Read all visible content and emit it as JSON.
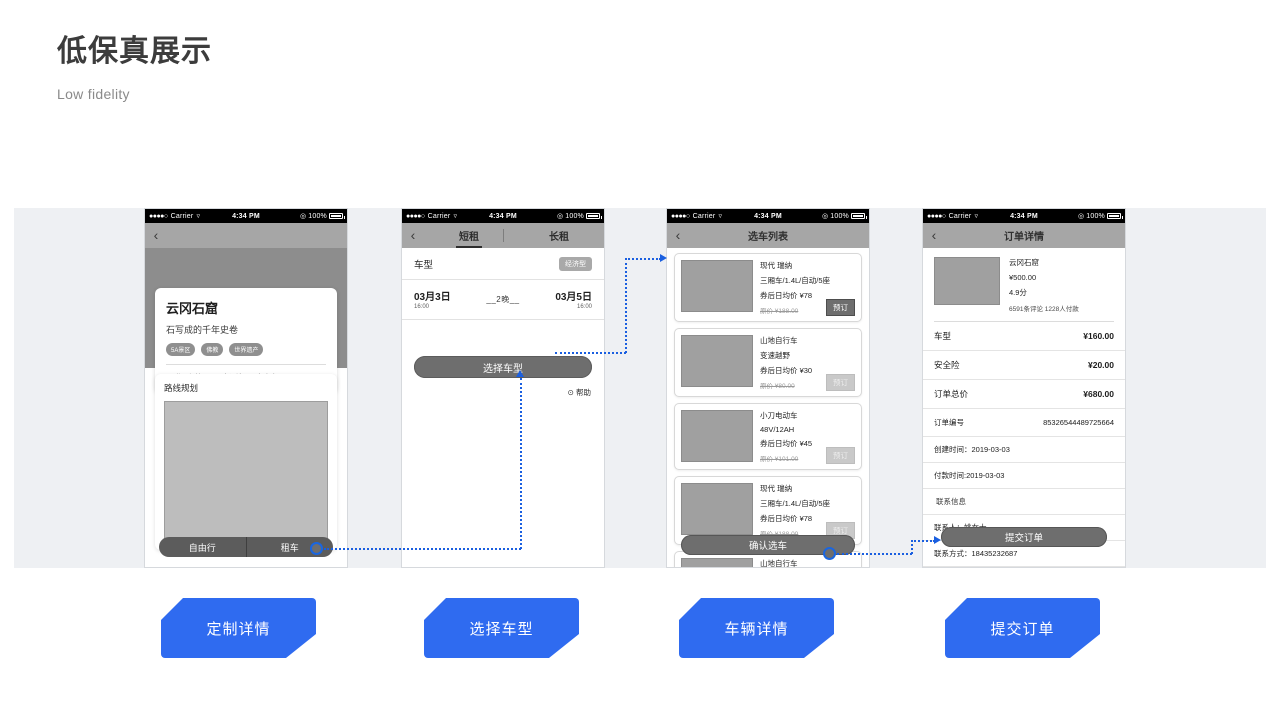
{
  "heading": {
    "title": "低保真展示",
    "subtitle": "Low fidelity"
  },
  "colors": {
    "accent": "#2f6bf0",
    "connector": "#1a5fe0",
    "band": "#eef0f3",
    "wireframe_gray": "#6e6e6e"
  },
  "statusbar": {
    "dots": "●●●●○",
    "carrier": "Carrier",
    "wifi": "wifi-icon",
    "time": "4:34 PM",
    "lock": "rotation-lock-icon",
    "battery": "100%"
  },
  "screens": [
    {
      "id": "detail",
      "nav": {
        "back": "‹",
        "title": ""
      },
      "card": {
        "title": "云冈石窟",
        "desc": "石写成的千年史卷",
        "tags": [
          "5A景区",
          "佛教",
          "世界遗产"
        ],
        "meta": [
          "4.9分",
          "很棒",
          "6591条评论",
          "19条攻略"
        ]
      },
      "planner": {
        "title": "路线规划"
      },
      "segments": [
        "自由行",
        "租车"
      ]
    },
    {
      "id": "rent",
      "nav": {
        "back": "‹"
      },
      "tabs": [
        "短租",
        "长租"
      ],
      "active_tab": "短租",
      "cartype": {
        "label": "车型",
        "value": "经济型"
      },
      "dates": {
        "start": "03月3日",
        "start_time": "16:00",
        "nights": "__2晚__",
        "end": "03月5日",
        "end_time": "16:00"
      },
      "primary_button": "选择车型",
      "help": "⊙ 帮助"
    },
    {
      "id": "carlist",
      "nav": {
        "back": "‹",
        "title": "选车列表"
      },
      "items": [
        {
          "name": "现代  瑞纳",
          "spec": "三厢车/1.4L/自动/5座",
          "price": "券后日均价 ¥78",
          "original": "原价 ¥188.00",
          "button": "预订",
          "muted": false
        },
        {
          "name": "山地自行车",
          "spec": "变速越野",
          "price": "券后日均价 ¥30",
          "original": "原价 ¥80.00",
          "button": "预订",
          "muted": true
        },
        {
          "name": "小刀电动车",
          "spec": "48V/12AH",
          "price": "券后日均价 ¥45",
          "original": "原价 ¥101.00",
          "button": "预订",
          "muted": true
        },
        {
          "name": "现代  瑞纳",
          "spec": "三厢车/1.4L/自动/5座",
          "price": "券后日均价 ¥78",
          "original": "原价 ¥188.00",
          "button": "预订",
          "muted": true
        },
        {
          "name": "山地自行车",
          "spec": "",
          "price": "",
          "original": "",
          "button": "",
          "muted": true
        }
      ],
      "primary_button": "确认选车"
    },
    {
      "id": "order",
      "nav": {
        "back": "‹",
        "title": "订单详情"
      },
      "product": {
        "name": "云冈石窟",
        "price": "¥500.00",
        "score": "4.9分",
        "stats": "6591条评论   1228人付款"
      },
      "pricing": [
        {
          "label": "车型",
          "value": "¥160.00"
        },
        {
          "label": "安全险",
          "value": "¥20.00"
        },
        {
          "label": "订单总价",
          "value": "¥680.00"
        },
        {
          "label": "订单编号",
          "value": "85326544489725664"
        }
      ],
      "meta": [
        "创建时间：2019-03-03",
        "付款时间:2019-03-03"
      ],
      "contact_header": "联系信息",
      "contacts": [
        "联系人：姚女士",
        "联系方式：18435232687"
      ],
      "primary_button": "提交订单"
    }
  ],
  "labels": [
    {
      "text": "定制详情"
    },
    {
      "text": "选择车型"
    },
    {
      "text": "车辆详情"
    },
    {
      "text": "提交订单"
    }
  ]
}
